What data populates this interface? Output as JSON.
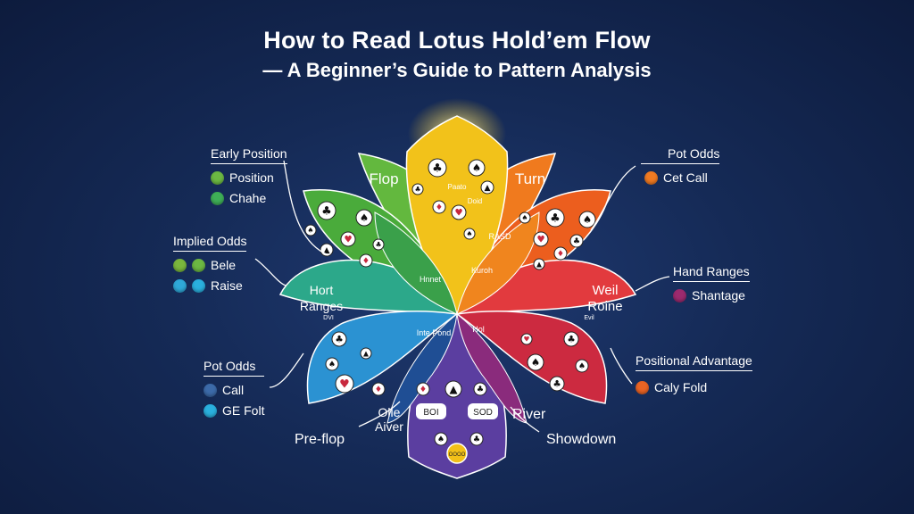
{
  "title": {
    "line1": "How to Read Lotus Hold’em Flow",
    "line2": "— A Beginner’s Guide to Pattern Analysis"
  },
  "petals": [
    {
      "id": "flop",
      "label": "Flop",
      "color": "#5fb53a"
    },
    {
      "id": "top",
      "label": "",
      "color": "#f2c018"
    },
    {
      "id": "turn",
      "label": "Turn",
      "color": "#f0701c"
    },
    {
      "id": "left-green",
      "label": "",
      "color": "#47a83a"
    },
    {
      "id": "right-orange",
      "label": "",
      "color": "#ec5a1e"
    },
    {
      "id": "left-mid",
      "label": "Hort Ranges",
      "color": "#2aa78a"
    },
    {
      "id": "right-mid",
      "label": "Weil Roine",
      "color": "#e4343e"
    },
    {
      "id": "left-low",
      "label": "",
      "color": "#2b8fd0"
    },
    {
      "id": "right-low",
      "label": "",
      "color": "#c8283e"
    },
    {
      "id": "bottom",
      "label": "",
      "color": "#5a3d9e"
    },
    {
      "id": "bottom-right",
      "label": "",
      "color": "#8a2a7a"
    }
  ],
  "inner_labels": {
    "left_center": "Hnnet",
    "right_center": "Kuroh",
    "left_lower_center": "Inte Pond",
    "right_lower_center": "Hol",
    "top_center": "Paato",
    "top_center2": "Doid",
    "right_upper": "RASD",
    "left_mid_small": "DVI",
    "right_mid_small": "Evil",
    "bottom_left_badge": "BOI",
    "bottom_right_badge": "SOD",
    "bottom_badge": "OOOO"
  },
  "stage_labels": {
    "preflop": "Pre-flop",
    "showdown": "Showdown",
    "river": "River",
    "olle_aiver": "Olle Aiver"
  },
  "callouts": {
    "early_position": {
      "head": "Early Position",
      "rows": [
        {
          "text": "Position",
          "color": "#6cb843"
        },
        {
          "text": "Chahe",
          "color": "#3fae57"
        }
      ]
    },
    "implied_odds": {
      "head": "Implied Odds",
      "rows": [
        {
          "text": "Bele",
          "color": "#7ab63d"
        },
        {
          "text": "Raise",
          "color": "#2fa8d8"
        }
      ]
    },
    "pot_odds_left": {
      "head": "Pot Odds",
      "rows": [
        {
          "text": "Call",
          "color": "#3c6aa8"
        },
        {
          "text": "GE Folt",
          "color": "#2ab0de"
        }
      ]
    },
    "pot_odds_right": {
      "head": "Pot Odds",
      "rows": [
        {
          "text": "Cet Call",
          "color": "#ef7a22"
        }
      ]
    },
    "hand_ranges": {
      "head": "Hand Ranges",
      "rows": [
        {
          "text": "Shantage",
          "color": "#9c2a6e"
        }
      ]
    },
    "positional_advantage": {
      "head": "Positional Advantage",
      "rows": [
        {
          "text": "Caly Fold",
          "color": "#ea6424"
        }
      ]
    }
  },
  "icons": [
    "club-icon",
    "spade-icon",
    "heart-icon",
    "diamond-icon",
    "chip-icon"
  ]
}
